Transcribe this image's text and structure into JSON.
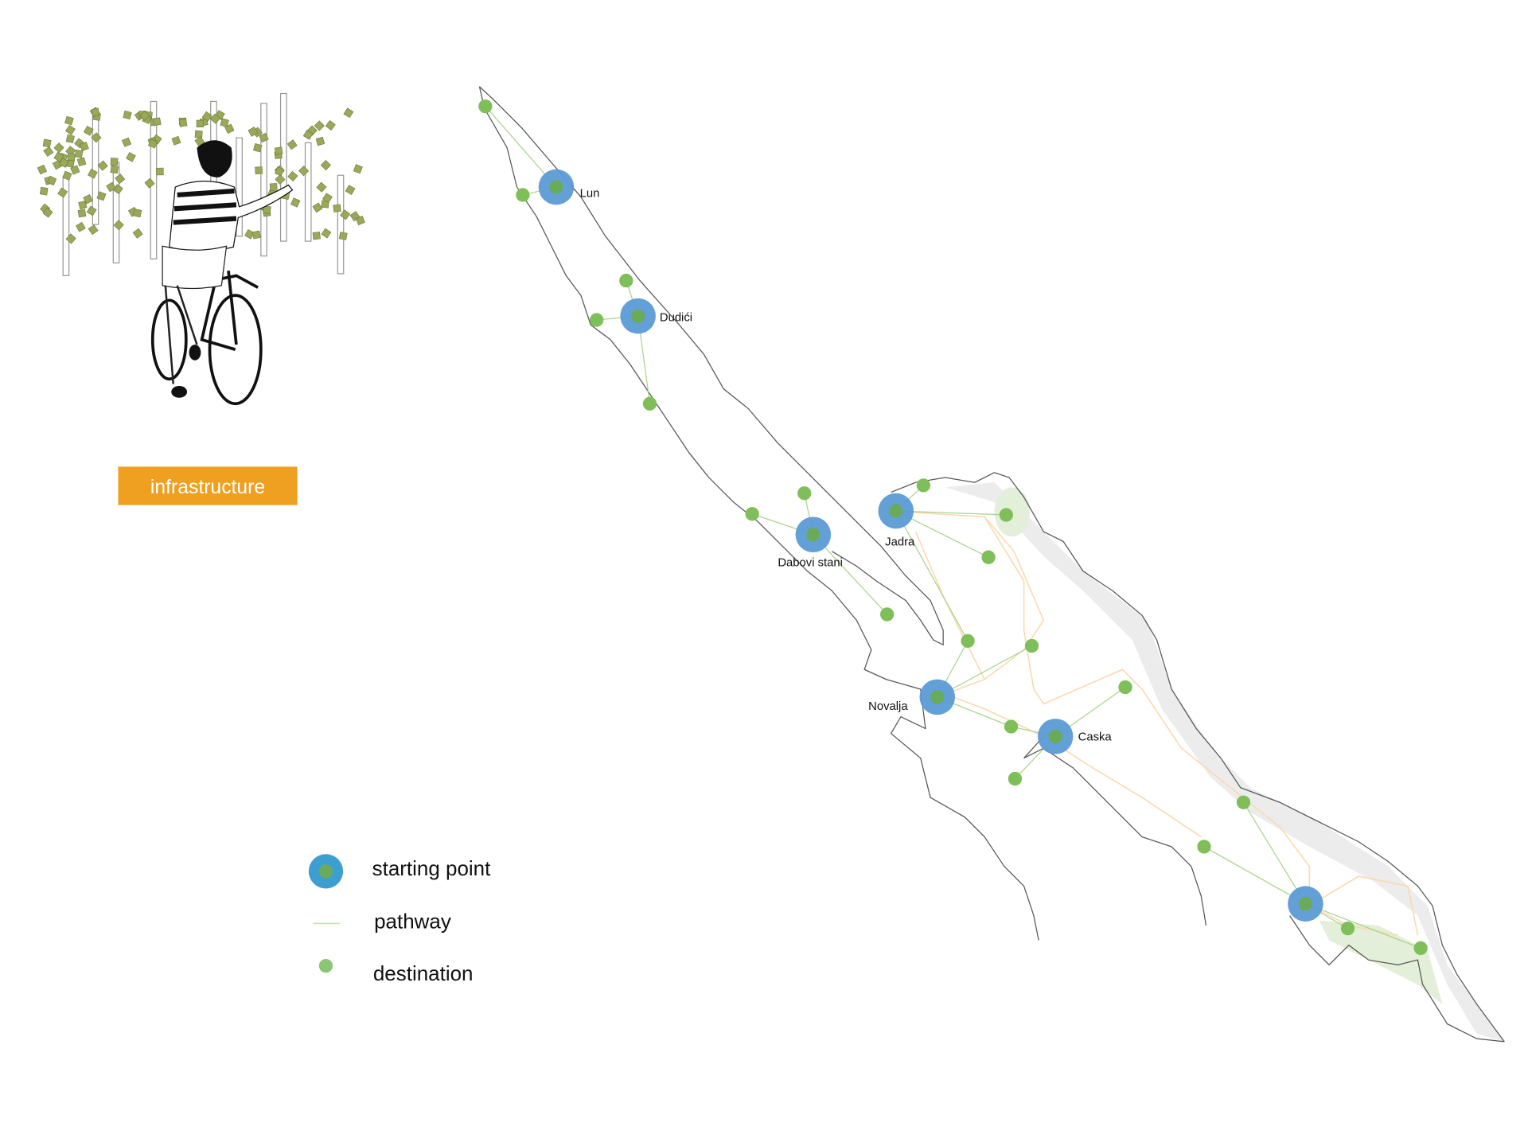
{
  "title_tag": "infrastructure",
  "colors": {
    "start": "#5b9bd5",
    "destination": "#7fbf5a",
    "pathway": "#a9d48c",
    "road": "#fcd9b0",
    "tag": "#f0a020"
  },
  "starting_points": [
    {
      "name": "Lun"
    },
    {
      "name": "Dudići"
    },
    {
      "name": "Dabovi stani"
    },
    {
      "name": "Jadra"
    },
    {
      "name": "Novalja"
    },
    {
      "name": "Caska"
    },
    {
      "name": ""
    }
  ],
  "legend": {
    "starting_point": "starting point",
    "pathway": "pathway",
    "destination": "destination"
  }
}
